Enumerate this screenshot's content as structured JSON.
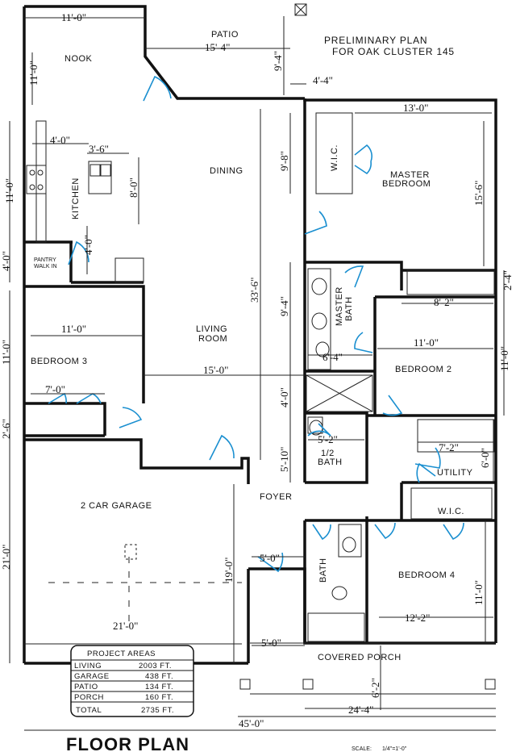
{
  "header": {
    "line1": "PRELIMINARY PLAN",
    "line2": "FOR OAK CLUSTER 145"
  },
  "rooms": {
    "nook": "NOOK",
    "patio": "PATIO",
    "kitchen": "KITCHEN",
    "dining": "DINING",
    "wic1": "W.I.C.",
    "master_bedroom_1": "MASTER",
    "master_bedroom_2": "BEDROOM",
    "pantry_1": "PANTRY",
    "pantry_2": "WALK IN",
    "living_1": "LIVING",
    "living_2": "ROOM",
    "master_bath_1": "MASTER",
    "master_bath_2": "BATH",
    "bedroom3": "BEDROOM 3",
    "bedroom2": "BEDROOM 2",
    "half_bath_1": "1/2",
    "half_bath_2": "BATH",
    "utility": "UTILITY",
    "garage": "2 CAR  GARAGE",
    "foyer": "FOYER",
    "wic2": "W.I.C.",
    "bath": "BATH",
    "bedroom4": "BEDROOM 4",
    "covered_porch": "COVERED PORCH"
  },
  "dimensions": {
    "nook_w": "11'-0\"",
    "nook_h": "11'-0\"",
    "patio_w": "15'-4\"",
    "patio_h": "9'-4\"",
    "patio_offset": "4'-4\"",
    "master_w": "13'-0\"",
    "master_h": "15'-6\"",
    "wic_h": "9'-8\"",
    "kitchen_w": "4'-0\"",
    "sink_w": "3'-6\"",
    "kitchen_h": "8'-0\"",
    "kitchen_side": "11'-0\"",
    "pantry_h": "4'-0\"",
    "pantry_side": "4'-0\"",
    "living_h": "33'-6\"",
    "right_small": "2'-4\"",
    "mbath_h": "9'-4\"",
    "bed2_top": "8'-2\"",
    "bed3_w": "11'-0\"",
    "bed3_side": "11'-0\"",
    "bed2_w": "11'-0\"",
    "bed2_side": "11'-0\"",
    "living_w": "15'-0\"",
    "shower_w": "6'-4\"",
    "shower_h": "4'-0\"",
    "closet_w": "7'-0\"",
    "left_small": "2'-6\"",
    "half_bath_w": "5'-2\"",
    "half_bath_h": "5'-10\"",
    "utility_w": "7'-2\"",
    "utility_h": "6'-0\"",
    "garage_side": "21'-0\"",
    "garage_h": "19'-0\"",
    "garage_w": "21'-0\"",
    "foyer_w": "5'-0\"",
    "bed4_h": "11'-0\"",
    "bed4_w": "12'-2\"",
    "porch_entry": "5'-0\"",
    "porch_h": "6'-2\"",
    "porch_w": "24'-4\"",
    "total_w": "45'-0\""
  },
  "project_areas": {
    "title": "PROJECT  AREAS",
    "rows": [
      {
        "label": "LIVING",
        "value": "2003 FT."
      },
      {
        "label": "GARAGE",
        "value": "438 FT."
      },
      {
        "label": "PATIO",
        "value": "134 FT."
      },
      {
        "label": "PORCH",
        "value": "160 FT."
      }
    ],
    "total_label": "TOTAL",
    "total_value": "2735 FT."
  },
  "footer": {
    "title": "FLOOR PLAN",
    "scale_label": "SCALE:",
    "scale_value": "1/4\"=1'-0\""
  }
}
